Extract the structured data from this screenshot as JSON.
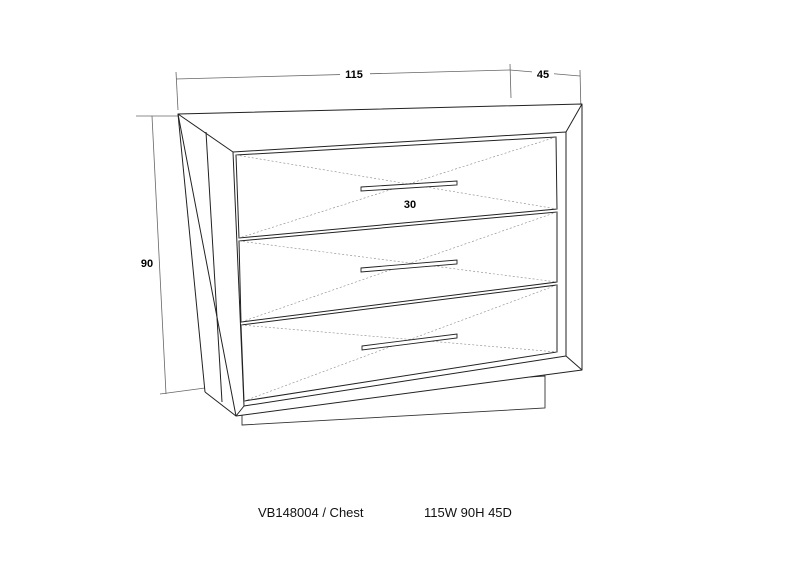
{
  "dimensions": {
    "width": "115",
    "depth": "45",
    "height": "90",
    "handle": "30"
  },
  "caption": {
    "code": "VB148004 / Chest",
    "size": "115W 90H 45D"
  }
}
